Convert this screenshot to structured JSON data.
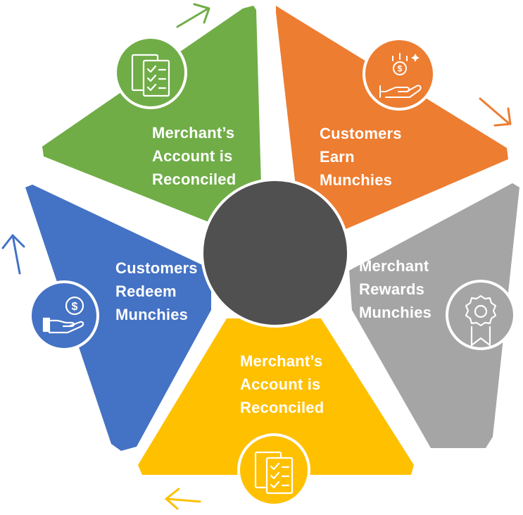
{
  "segments": [
    {
      "id": "green",
      "color": "#70AD47",
      "text_color": "#FFFFFF",
      "icon": "checklist-icon",
      "label": [
        "Merchant’s",
        "Account is",
        "Reconciled"
      ]
    },
    {
      "id": "orange",
      "color": "#ED7D31",
      "text_color": "#FFFFFF",
      "icon": "earn-coin-hand-icon",
      "label": [
        "Customers",
        "Earn",
        "Munchies"
      ]
    },
    {
      "id": "gray",
      "color": "#A5A5A5",
      "text_color": "#FFFFFF",
      "icon": "award-badge-icon",
      "label": [
        "Merchant",
        "Rewards",
        "Munchies"
      ]
    },
    {
      "id": "yellow",
      "color": "#FFC000",
      "text_color": "#FFFFFF",
      "icon": "checklist-icon",
      "label": [
        "Merchant’s",
        "Account is",
        "Reconciled"
      ]
    },
    {
      "id": "blue",
      "color": "#4472C4",
      "text_color": "#FFFFFF",
      "icon": "coin-hand-icon",
      "label": [
        "Customers",
        "Redeem",
        "Munchies"
      ]
    }
  ],
  "center_color": "#505050"
}
